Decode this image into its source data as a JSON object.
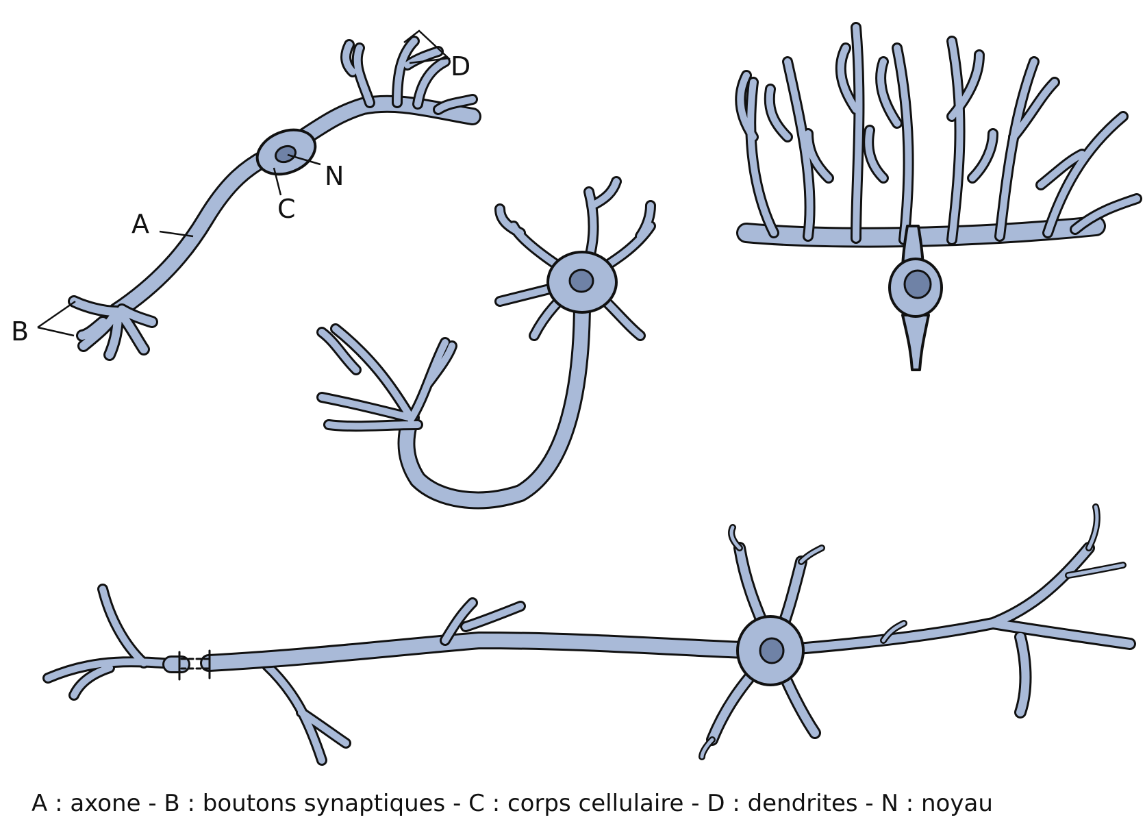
{
  "labels": {
    "axon": "A",
    "boutons": "B",
    "cell_body": "C",
    "dendrites": "D",
    "nucleus": "N"
  },
  "caption": "A : axone - B : boutons synaptiques - C : corps cellulaire - D : dendrites - N : noyau",
  "colors": {
    "neuron_fill": "#a9bad8",
    "nucleus_fill": "#6f82a6",
    "outline": "#111111",
    "background": "#ffffff"
  }
}
